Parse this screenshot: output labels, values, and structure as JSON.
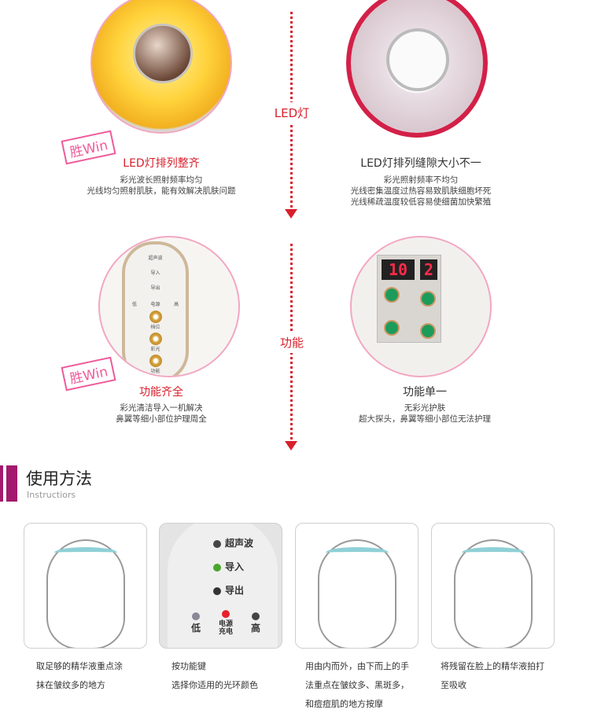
{
  "center_labels": {
    "led": "LED灯",
    "function": "功能"
  },
  "win_badge": "胜Win",
  "row1": {
    "left": {
      "title": "LED灯排列整齐",
      "desc": [
        "彩光波长照射频率均匀",
        "光线均匀照射肌肤，能有效解决肌肤问题"
      ]
    },
    "right": {
      "title": "LED灯排列缝隙大小不一",
      "desc": [
        "彩光照射频率不均匀",
        "光线密集温度过热容易致肌肤细胞坏死",
        "光线稀疏温度较低容易使细菌加快繁殖"
      ]
    }
  },
  "row2": {
    "left": {
      "title": "功能齐全",
      "desc": [
        "彩光清洁导入一机解决",
        "鼻翼等细小部位护理周全"
      ],
      "device_labels": [
        "超声波",
        "导入",
        "导出",
        "低",
        "电源",
        "高",
        "档位",
        "彩光",
        "功能"
      ]
    },
    "right": {
      "title": "功能单一",
      "desc": [
        "无彩光护肤",
        "超大探头，鼻翼等细小部位无法护理"
      ],
      "display_left": "10",
      "display_right": "2"
    }
  },
  "section": {
    "title": "使用方法",
    "subtitle": "Instructiors",
    "accent": "#a3196e"
  },
  "steps": [
    {
      "caption": [
        "取足够的精华液重点涂",
        "抹在皱纹多的地方"
      ]
    },
    {
      "caption": [
        "按功能键",
        "选择你适用的光环颜色"
      ],
      "device_labels": [
        "超声波",
        "导入",
        "导出",
        "低",
        "电源充电",
        "高"
      ]
    },
    {
      "caption": [
        "用由内而外，由下而上的手",
        "法重点在皱纹多、黑斑多，",
        "和痘痘肌的地方按摩"
      ]
    },
    {
      "caption": [
        "将残留在脸上的精华液拍打",
        "至吸收"
      ]
    }
  ]
}
